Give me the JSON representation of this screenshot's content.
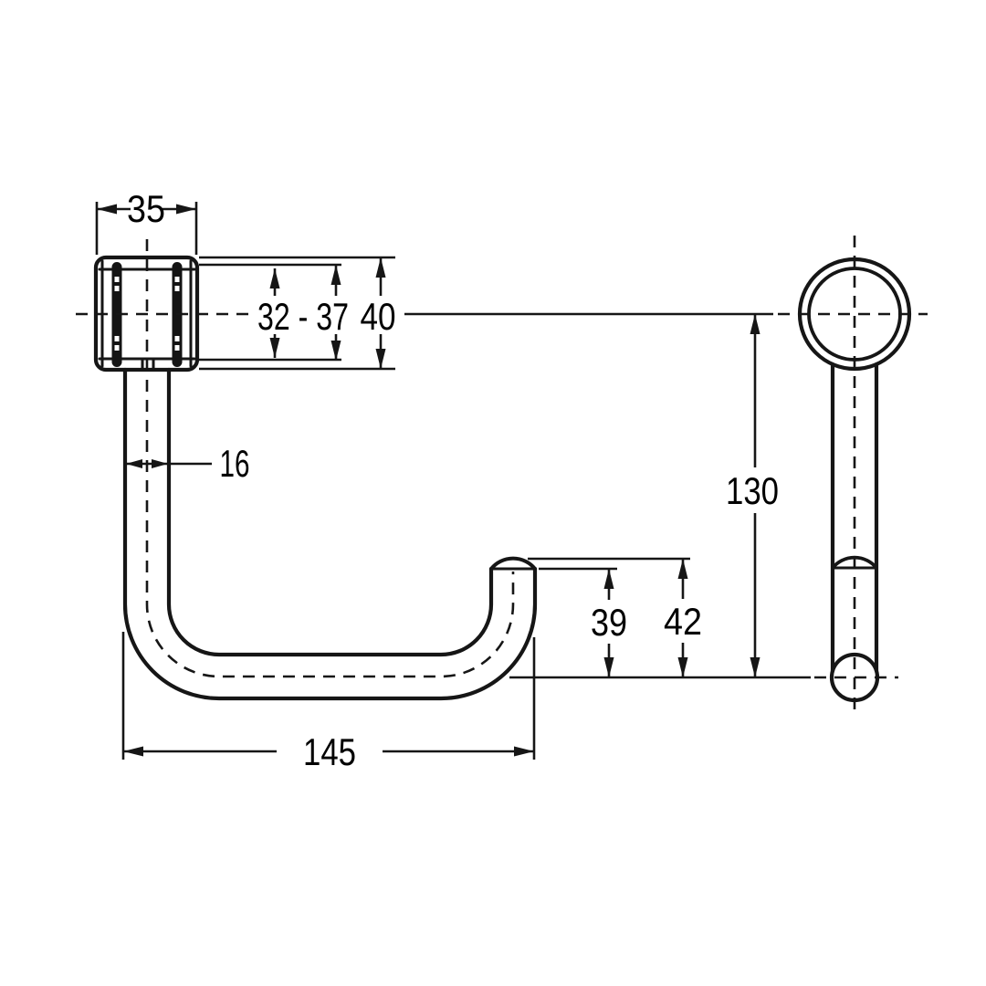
{
  "drawing": {
    "type": "technical-dimension-drawing",
    "background": "#ffffff",
    "line_color": "#161616",
    "text_color": "#000000",
    "views": {
      "front": "hook-front-view",
      "side": "hook-side-view"
    },
    "dimensions": {
      "clamp_width": "35",
      "clamp_adjust_range": "32 - 37",
      "clamp_outer_height": "40",
      "tube_diameter": "16",
      "tip_rise": "39",
      "tip_height": "42",
      "overall_height": "130",
      "overall_depth": "145"
    }
  }
}
